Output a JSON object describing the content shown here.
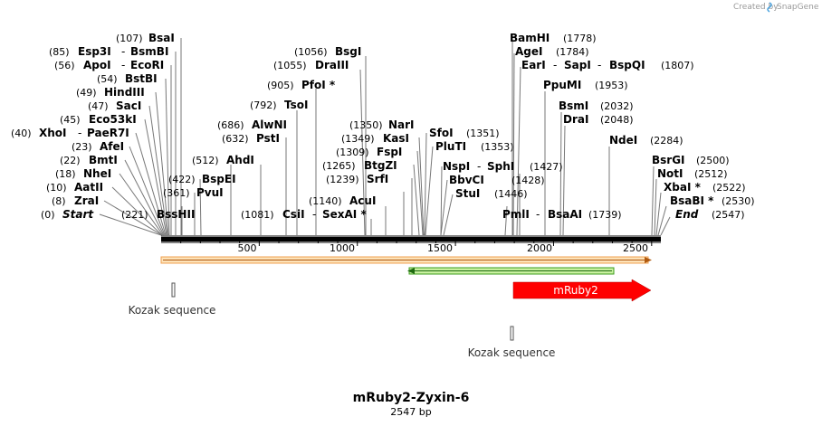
{
  "credit": {
    "prefix": "Created by",
    "brand": "SnapGene"
  },
  "title": "mRuby2-Zyxin-6",
  "subtitle": "2547 bp",
  "ruler": {
    "labels": [
      "500",
      "1000",
      "1500",
      "2000",
      "2500"
    ]
  },
  "left_sites": [
    {
      "pos": "(107)",
      "name": "BsaI"
    },
    {
      "pos": "(85)",
      "name": "Esp3I",
      "sep": "-",
      "name2": "BsmBI"
    },
    {
      "pos": "(56)",
      "name": "ApoI",
      "sep": "-",
      "name2": "EcoRI"
    },
    {
      "pos": "(54)",
      "name": "BstBI"
    },
    {
      "pos": "(49)",
      "name": "HindIII"
    },
    {
      "pos": "(47)",
      "name": "SacI"
    },
    {
      "pos": "(45)",
      "name": "Eco53kI"
    },
    {
      "pos": "(40)",
      "name": "XhoI",
      "sep": "-",
      "name2": "PaeR7I"
    },
    {
      "pos": "(23)",
      "name": "AfeI"
    },
    {
      "pos": "(22)",
      "name": "BmtI"
    },
    {
      "pos": "(18)",
      "name": "NheI"
    },
    {
      "pos": "(10)",
      "name": "AatII"
    },
    {
      "pos": "(8)",
      "name": "ZraI"
    },
    {
      "pos": "(0)",
      "name": "Start"
    }
  ],
  "mid_left_sites": [
    {
      "pos": "(422)",
      "name": "BspEI"
    },
    {
      "pos": "(361)",
      "name": "PvuI"
    },
    {
      "pos": "(221)",
      "name": "BssHII"
    },
    {
      "pos": "(512)",
      "name": "AhdI"
    },
    {
      "pos": "(686)",
      "name": "AlwNI"
    },
    {
      "pos": "(632)",
      "name": "PstI"
    },
    {
      "pos": "(792)",
      "name": "TsoI"
    },
    {
      "pos": "(1081)",
      "name": "CsiI",
      "sep": "-",
      "name2": "SexAI *"
    }
  ],
  "mid_sites": [
    {
      "pos": "(1056)",
      "name": "BsgI"
    },
    {
      "pos": "(1055)",
      "name": "DraIII"
    },
    {
      "pos": "(905)",
      "name": "PfoI *"
    },
    {
      "pos": "(1350)",
      "name": "NarI"
    },
    {
      "pos": "(1349)",
      "name": "KasI"
    },
    {
      "pos": "(1309)",
      "name": "FspI"
    },
    {
      "pos": "(1265)",
      "name": "BtgZI"
    },
    {
      "pos": "(1239)",
      "name": "SrfI"
    },
    {
      "pos": "(1140)",
      "name": "AcuI"
    },
    {
      "pos": "(1351)",
      "name": "SfoI"
    },
    {
      "pos": "(1353)",
      "name": "PluTI"
    },
    {
      "pos": "(1427)",
      "name": "NspI",
      "sep": "-",
      "name2": "SphI"
    },
    {
      "pos": "(1428)",
      "name": "BbvCI"
    },
    {
      "pos": "(1446)",
      "name": "StuI"
    }
  ],
  "right_sites": [
    {
      "pos": "(1778)",
      "name": "BamHI"
    },
    {
      "pos": "(1784)",
      "name": "AgeI"
    },
    {
      "pos": "(1807)",
      "name": "EarI",
      "sep": "-",
      "name2": "SapI",
      "sep2": "-",
      "name3": "BspQI"
    },
    {
      "pos": "(1953)",
      "name": "PpuMI"
    },
    {
      "pos": "(2032)",
      "name": "BsmI"
    },
    {
      "pos": "(2048)",
      "name": "DraI"
    },
    {
      "pos": "(2284)",
      "name": "NdeI"
    },
    {
      "pos": "(1739)",
      "name": "PmlI",
      "sep": "-",
      "name2": "BsaAI"
    },
    {
      "pos": "(2500)",
      "name": "BsrGI"
    },
    {
      "pos": "(2512)",
      "name": "NotI"
    },
    {
      "pos": "(2522)",
      "name": "XbaI *"
    },
    {
      "pos": "(2530)",
      "name": "BsaBI *"
    },
    {
      "pos": "(2547)",
      "name": "End"
    }
  ],
  "features": {
    "kozak_1": "Kozak sequence",
    "kozak_2": "Kozak sequence",
    "mruby2": "mRuby2"
  },
  "colors": {
    "orange_arrow": "#f0a050",
    "orange_fill": "#fde2b8",
    "green_arrow": "#3d9c1c",
    "green_fill": "#c8f0a0",
    "mruby_fill": "#ff0000",
    "backbone": "#000000"
  }
}
